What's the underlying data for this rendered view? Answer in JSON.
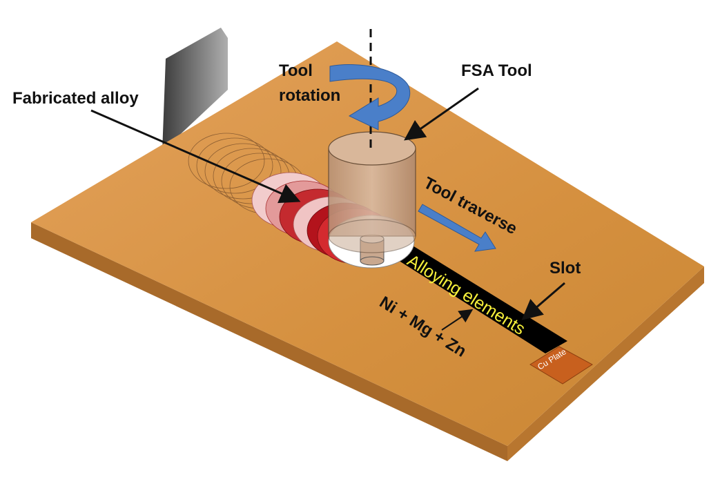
{
  "labels": {
    "tool_rotation_line1": "Tool",
    "tool_rotation_line2": "rotation",
    "fsa_tool": "FSA Tool",
    "fabricated_alloy": "Fabricated alloy",
    "tool_traverse": "Tool traverse",
    "slot": "Slot",
    "alloying_elements": "Alloying elements",
    "elements_formula": "Ni + Mg + Zn",
    "cu_plate": "Cu Plate"
  },
  "colors": {
    "plate_top": "#d9954a",
    "plate_front": "#a86a2a",
    "plate_side": "#c07b35",
    "tool_body": "#c9a88f",
    "arrow_blue": "#4a7fc9",
    "slot_fill": "#000000",
    "alloy_text": "#f5ef3a",
    "alloy_dark": "#b3131c",
    "alloy_light": "#f0c4c4",
    "cu_plate": "#c8601e"
  }
}
